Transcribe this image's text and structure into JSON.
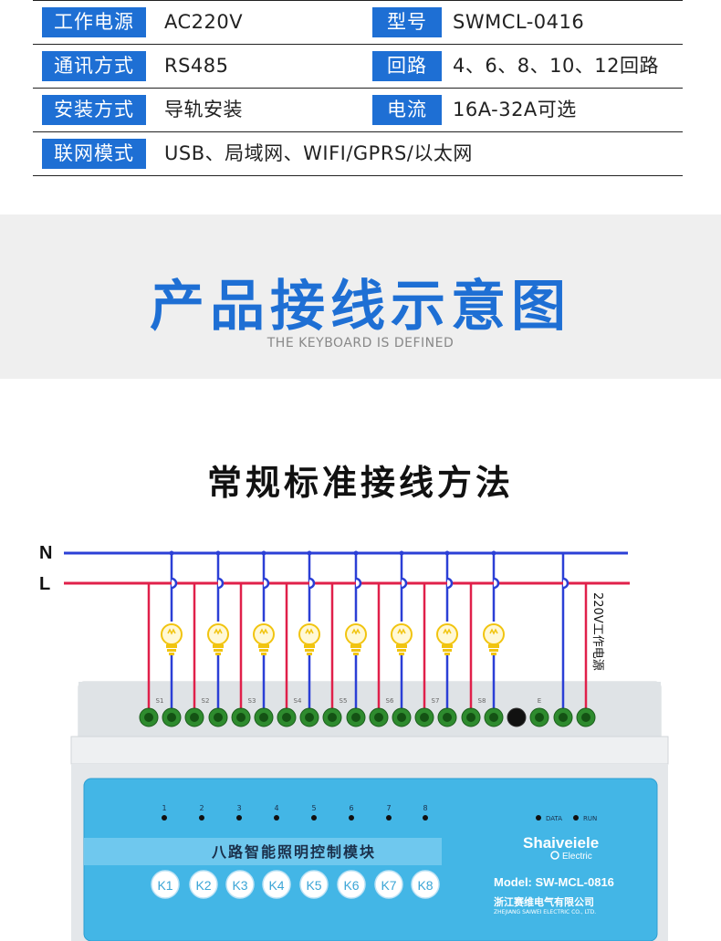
{
  "specs": [
    {
      "label1": "工作电源",
      "value1": "AC220V",
      "label2": "型号",
      "value2": "SWMCL-0416"
    },
    {
      "label1": "通讯方式",
      "value1": "RS485",
      "label2": "回路",
      "value2": "4、6、8、10、12回路"
    },
    {
      "label1": "安装方式",
      "value1": "导轨安装",
      "label2": "电流",
      "value2": "16A-32A可选"
    },
    {
      "label1": "联网模式",
      "value1": "USB、局域网、WIFI/GPRS/以太网"
    }
  ],
  "banner": {
    "title": "产品接线示意图",
    "subtitle": "THE KEYBOARD IS DEFINED"
  },
  "section": {
    "title": "常规标准接线方法"
  },
  "wiring": {
    "line_n": "N",
    "line_l": "L",
    "power_label": "220V工作电源",
    "terminal_labels": [
      "S1",
      "S2",
      "S3",
      "S4",
      "S5",
      "S6",
      "S7",
      "S8",
      "E"
    ],
    "led_numbers": [
      "1",
      "2",
      "3",
      "4",
      "5",
      "6",
      "7",
      "8"
    ],
    "status_leds": [
      "DATA",
      "RUN"
    ],
    "module_name": "八路智能照明控制模块",
    "brand": "Shaiveiele",
    "brand_sub": "Electric",
    "model": "Model: SW-MCL-0816",
    "company": "浙江赛维电气有限公司",
    "company_en": "ZHEJIANG SAIWEI ELECTRIC CO., LTD.",
    "keys": [
      "K1",
      "K2",
      "K3",
      "K4",
      "K5",
      "K6",
      "K7",
      "K8"
    ],
    "colors": {
      "n_wire": "#2b3fd6",
      "l_wire": "#e0204a",
      "bulb": "#f1c40f",
      "panel": "#43b6e6"
    }
  }
}
